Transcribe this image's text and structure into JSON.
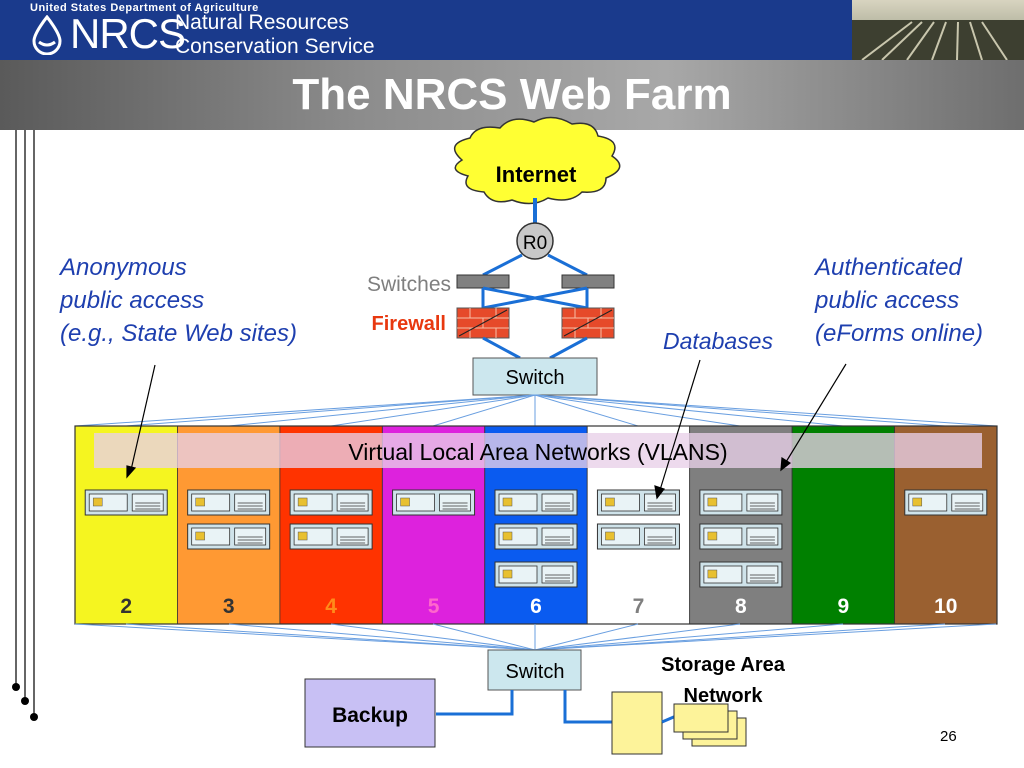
{
  "header": {
    "department": "United States Department of Agriculture",
    "acronym": "NRCS",
    "agency_line1": "Natural Resources",
    "agency_line2": "Conservation Service"
  },
  "title": "The NRCS Web Farm",
  "diagram": {
    "internet": "Internet",
    "router": "R0",
    "switches_label": "Switches",
    "firewall_label": "Firewall",
    "switch_top": "Switch",
    "switch_bottom": "Switch",
    "vlan_banner": "Virtual Local Area Networks (VLANS)",
    "anonymous": [
      "Anonymous",
      "public access",
      "(e.g., State Web sites)"
    ],
    "authenticated": [
      "Authenticated",
      "public access",
      "(eForms online)"
    ],
    "databases": "Databases",
    "storage": [
      "Storage Area",
      "Network"
    ],
    "backup": "Backup",
    "vlans": [
      {
        "id": "2",
        "color": "#f5f520",
        "servers": 1
      },
      {
        "id": "3",
        "color": "#ff9933",
        "servers": 2
      },
      {
        "id": "4",
        "color": "#ff3300",
        "servers": 2
      },
      {
        "id": "5",
        "color": "#dd22dd",
        "servers": 1
      },
      {
        "id": "6",
        "color": "#0a5bf0",
        "servers": 3
      },
      {
        "id": "7",
        "color": "#ffffff",
        "servers": 2
      },
      {
        "id": "8",
        "color": "#7f7f7f",
        "servers": 3
      },
      {
        "id": "9",
        "color": "#008000",
        "servers": 0
      },
      {
        "id": "10",
        "color": "#9a6030",
        "servers": 1
      }
    ],
    "colors": {
      "link": "#1a6fd6",
      "cloud": "#ffff33",
      "switch_box": "#cce7ee",
      "backup_box": "#c8c0f4",
      "storage_box": "#fdf39a",
      "firewall": "#e64a2a",
      "blue_text": "#1e3faf",
      "red_text": "#e8380f"
    }
  },
  "page_number": "26"
}
